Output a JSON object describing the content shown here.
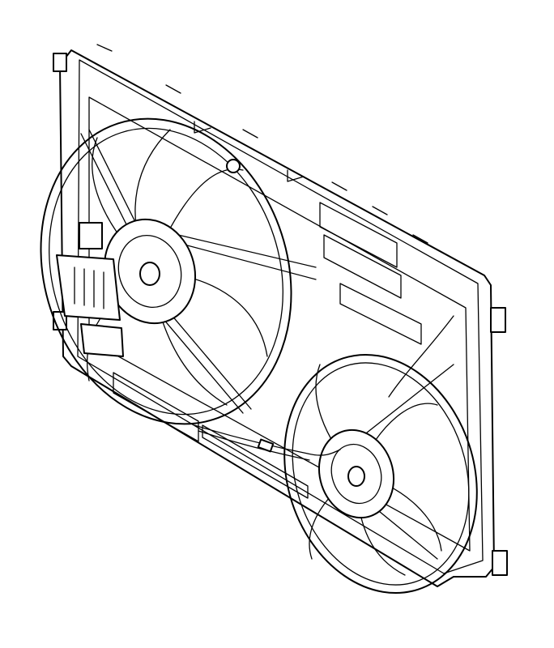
{
  "drawing": {
    "colors": {
      "line": "#000000",
      "background": "#ffffff"
    },
    "components": [
      "shroud-frame",
      "large-fan",
      "small-fan",
      "motor-hub",
      "resistor-module",
      "wiring-harness",
      "mounting-tabs"
    ]
  }
}
